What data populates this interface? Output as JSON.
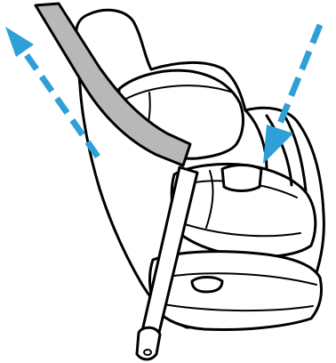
{
  "figure": {
    "subject": "child-car-seat-belt-routing",
    "colors": {
      "arrow": "#2f9fd8",
      "belt": "#b8b8b8",
      "outline": "#000000",
      "background": "#ffffff"
    },
    "arrows": [
      {
        "name": "pull-arrow-up-left",
        "direction": "up-left",
        "style": "dashed"
      },
      {
        "name": "push-arrow-down-left",
        "direction": "down-left",
        "style": "dashed"
      }
    ]
  }
}
